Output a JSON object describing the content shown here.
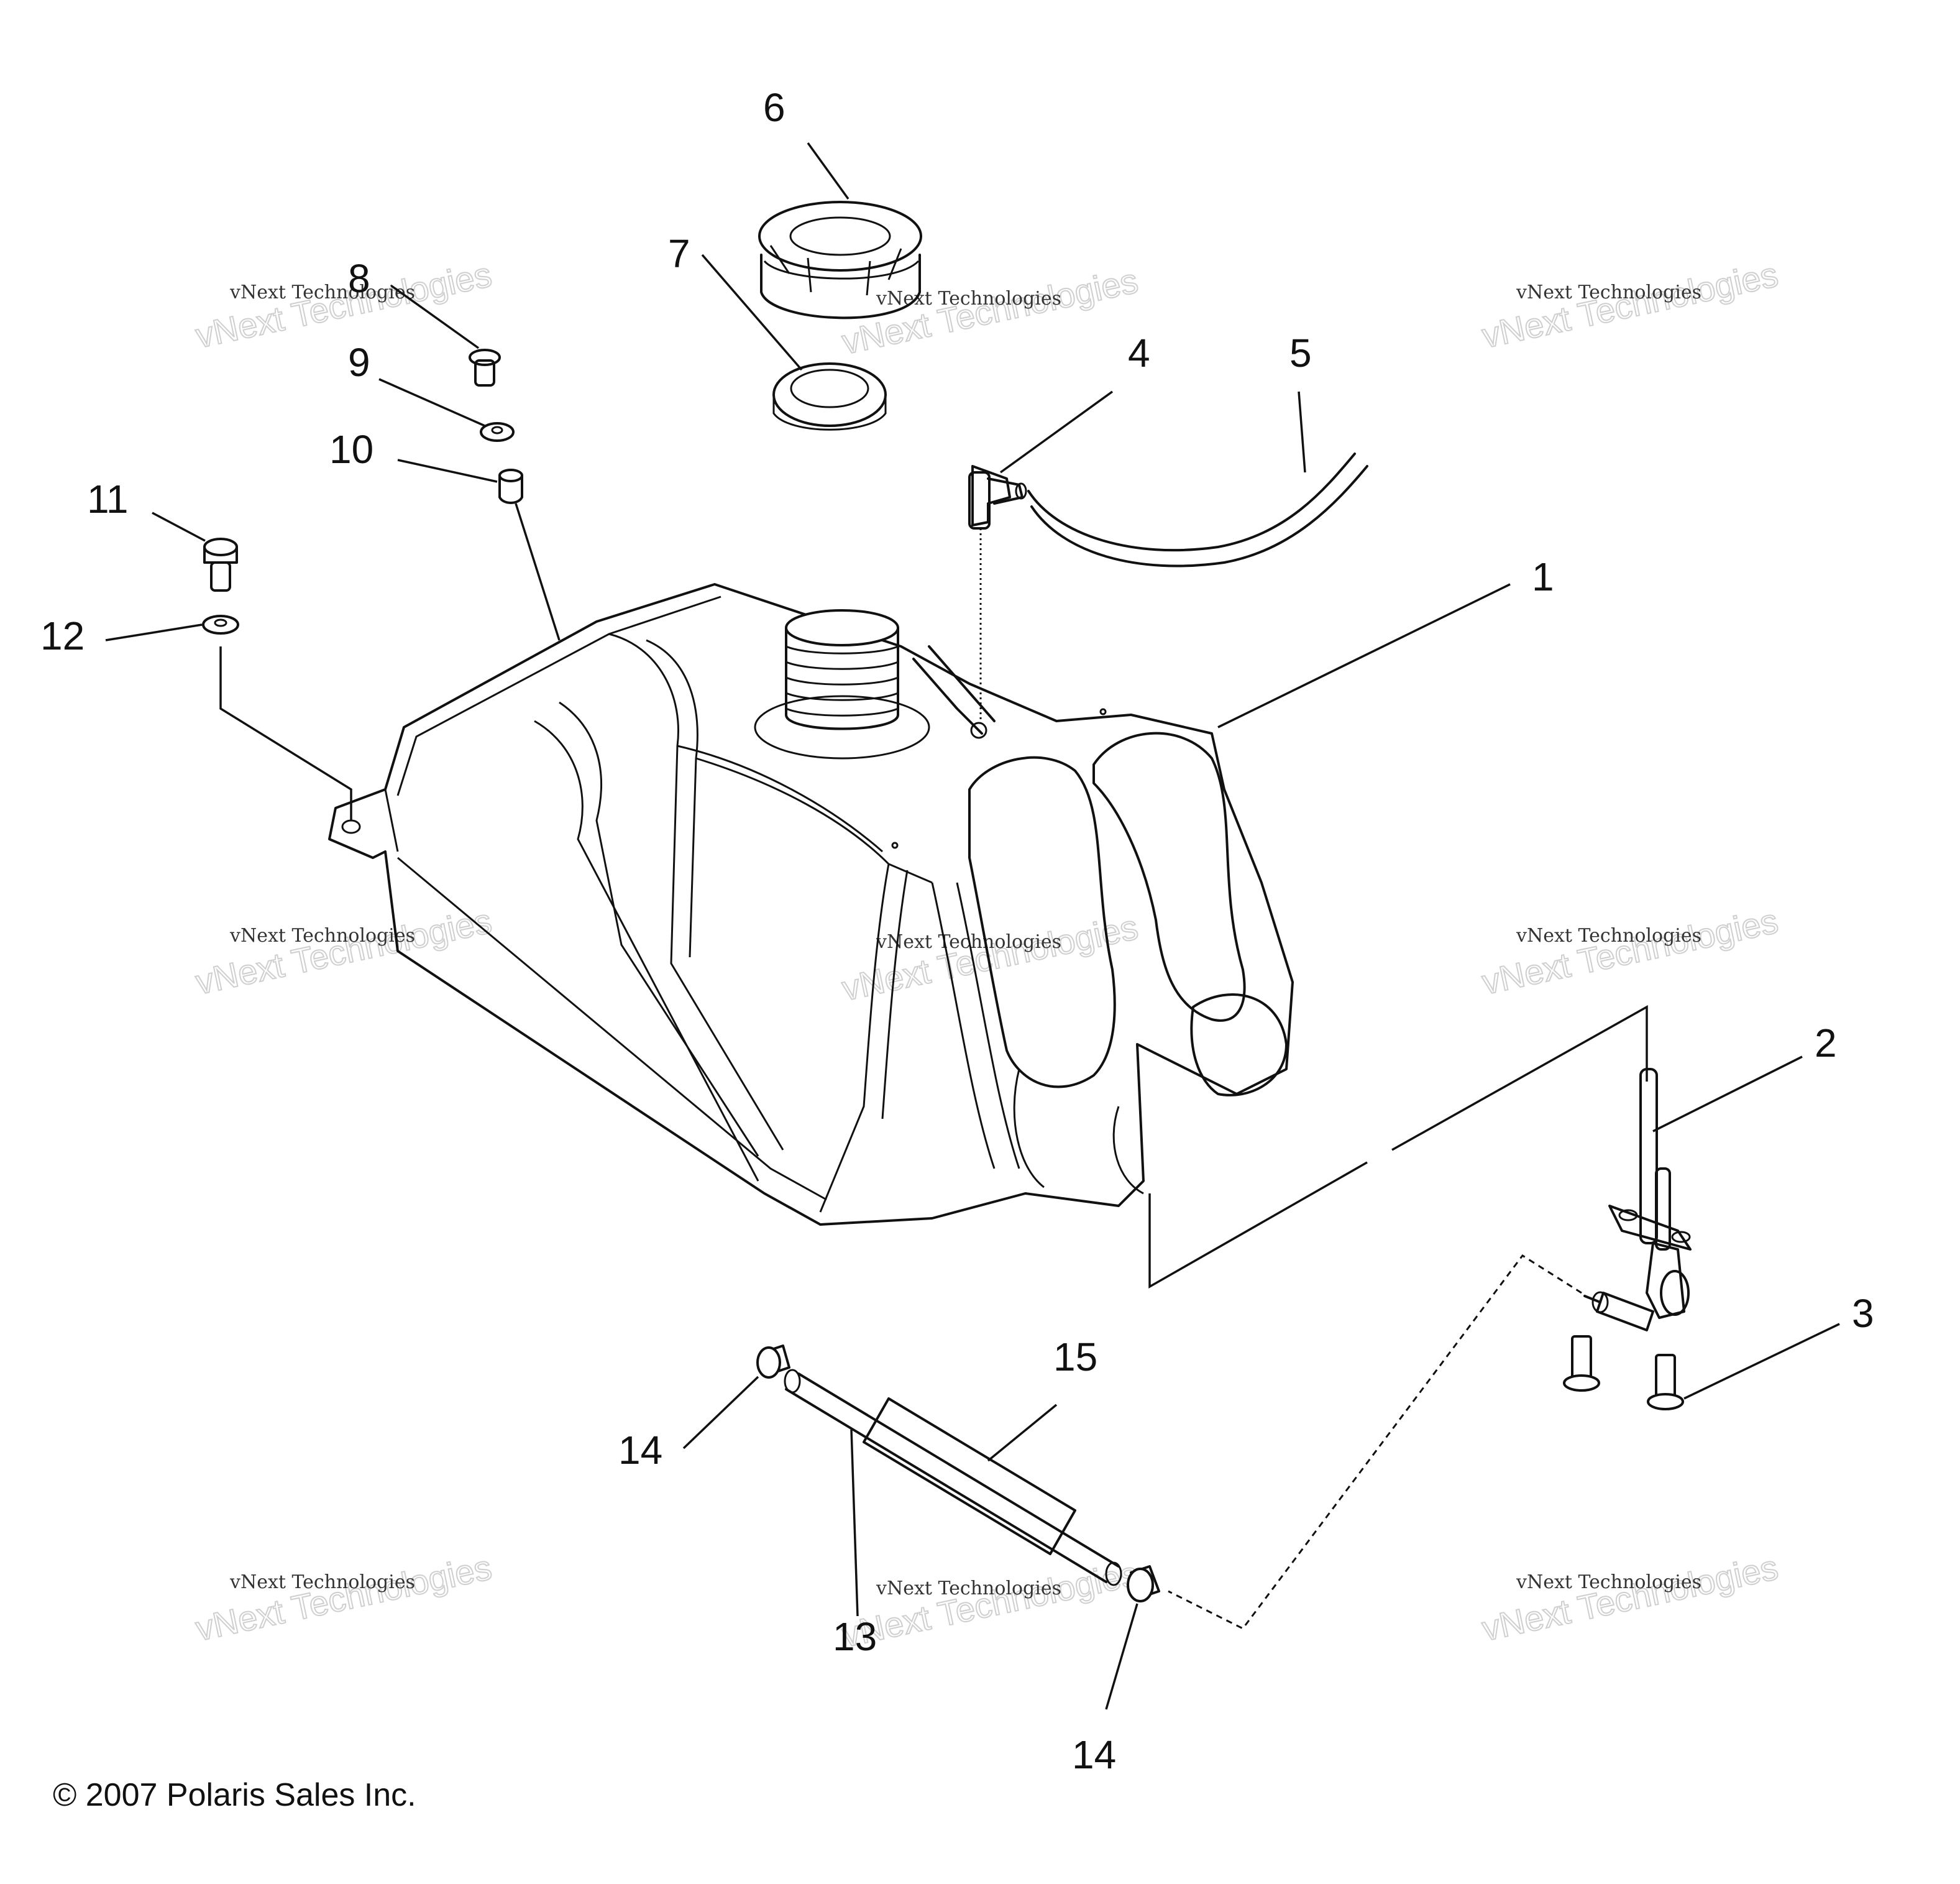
{
  "diagram": {
    "copyright": "© 2007 Polaris Sales Inc.",
    "watermark_line1": "vNext Technologies",
    "watermark_line2": "vNext Technologies",
    "callouts": [
      "1",
      "2",
      "3",
      "4",
      "5",
      "6",
      "7",
      "8",
      "9",
      "10",
      "11",
      "12",
      "13",
      "14",
      "14",
      "15"
    ]
  }
}
